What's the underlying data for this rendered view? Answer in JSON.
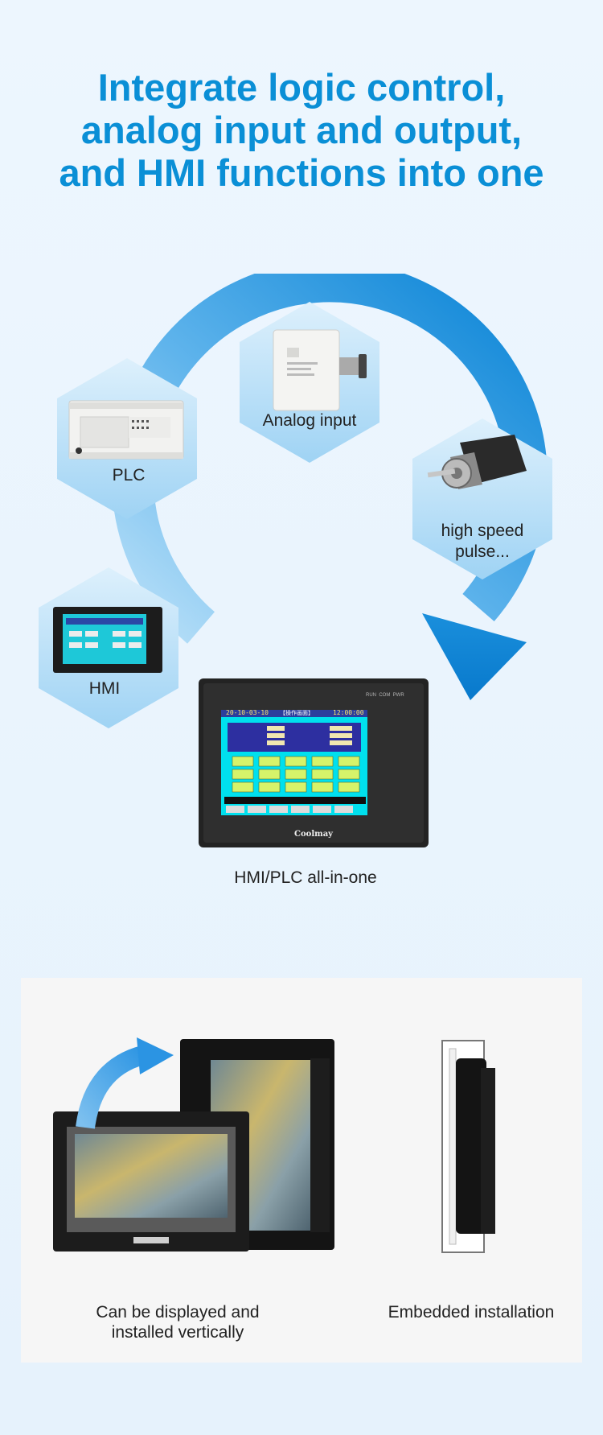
{
  "heading": {
    "line1": "Integrate logic control,",
    "line2": "analog input and output,",
    "line3": "and HMI functions into one"
  },
  "diagram": {
    "nodes": {
      "plc": "PLC",
      "analog": "Analog input",
      "pulse_line1": "high speed",
      "pulse_line2": "pulse...",
      "hmi": "HMI"
    },
    "center_label": "HMI/PLC all-in-one",
    "device_brand": "Coolmay",
    "device_leds": "RUN  COM  PWR",
    "screen": {
      "date": "20-10-03-10",
      "title": "【操作画面】",
      "time": "12:00:00"
    }
  },
  "features": {
    "vertical_line1": "Can be displayed and",
    "vertical_line2": "installed vertically",
    "embedded": "Embedded installation"
  },
  "colors": {
    "title": "#0a8fd6",
    "ring_dark": "#0e86d8",
    "ring_light": "#a8d8f5",
    "hexagon": "#bfe3f9"
  }
}
